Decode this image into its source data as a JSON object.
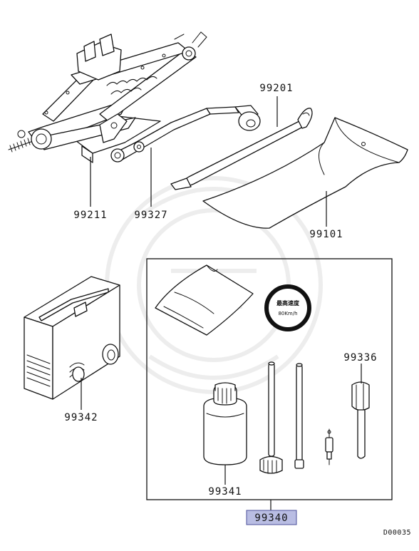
{
  "parts": {
    "jack": "99211",
    "jack_handle": "99327",
    "wheel_wrench": "99201",
    "tool_bag": "99101",
    "compressor": "99342",
    "repair_kit": "99340",
    "sealant_bottle": "99341",
    "valve_tool": "99336"
  },
  "speed_sticker": {
    "line1": "最高速度",
    "line2": "80Km/h"
  },
  "diagram_code": "D00035",
  "colors": {
    "highlight_fill": "#b9bde3",
    "highlight_border": "#4b4f9a",
    "line": "#111111"
  }
}
